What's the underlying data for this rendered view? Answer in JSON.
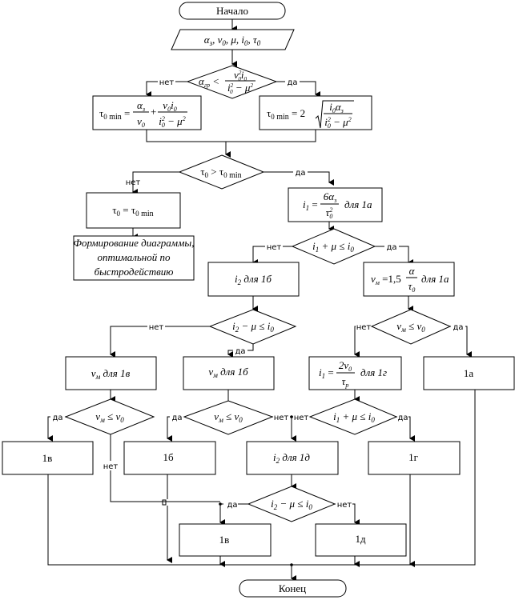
{
  "title": "Алгоритм формирования диаграммы, оптимальной по быстродействию",
  "labels": {
    "yes": "да",
    "no": "нет"
  },
  "nodes": {
    "start": "Начало",
    "input": "α₃, ν₀, μ, i₀, τ₀",
    "cond1": "α_гр < ν₀²i₀ / (i₀² − μ²)",
    "tau_min_no": "τ₀ min = α₃/ν₀ + ν₀i₀/(i₀² − μ²)",
    "tau_min_yes": "τ₀ min = 2√(i₀α₃ / (i₀² − μ²))",
    "cond2": "τ₀ > τ₀ min",
    "assign_tau": "τ₀ = τ₀ min",
    "form_diagram": [
      "Формирование  диаграммы,",
      "оптимальной   по",
      "быстродействию"
    ],
    "i1_1a": "i₁ = 6α₃/τ₀²  для  1а",
    "cond3": "i₁ + μ ≤ i₀",
    "i2_1b": "i₂  для  1б",
    "vm_1a": "ν_м = 1,5 α/τ₀  для  1а",
    "cond4": "i₂ − μ ≤ i₀",
    "cond5": "ν_м ≤ ν₀",
    "vm_1v": "ν_м  для  1в",
    "vm_1b": "ν_м  для  1б",
    "i1_1g": "i₁ = 2ν₀/τ_р  для  1г",
    "res_1a": "1а",
    "cond6": "ν_м ≤ ν₀",
    "cond7": "ν_м ≤ ν₀",
    "cond8": "i₁ + μ ≤ i₀",
    "res_1v": "1в",
    "res_1b": "1б",
    "i2_1d": "i₂  для  1д",
    "res_1g": "1г",
    "cond9": "i₂ − μ ≤ i₀",
    "res_1v2": "1в",
    "res_1d": "1д",
    "end": "Конец"
  }
}
